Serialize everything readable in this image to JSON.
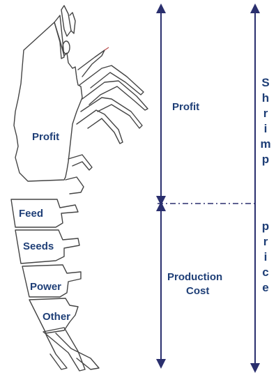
{
  "shrimp_labels": {
    "profit": "Profit",
    "feed": "Feed",
    "seeds": "Seeds",
    "power": "Power",
    "other": "Other"
  },
  "dimension_labels": {
    "profit": "Profit",
    "production_line1": "Production",
    "production_line2": "Cost"
  },
  "vertical_words": {
    "word1": [
      "S",
      "h",
      "r",
      "i",
      "m",
      "p"
    ],
    "word2": [
      "p",
      "r",
      "i",
      "c",
      "e"
    ]
  },
  "colors": {
    "outline": "#444444",
    "arrow": "#2a2f6e",
    "text": "#1f3f77",
    "antenna_accent": "#b84a4a"
  }
}
